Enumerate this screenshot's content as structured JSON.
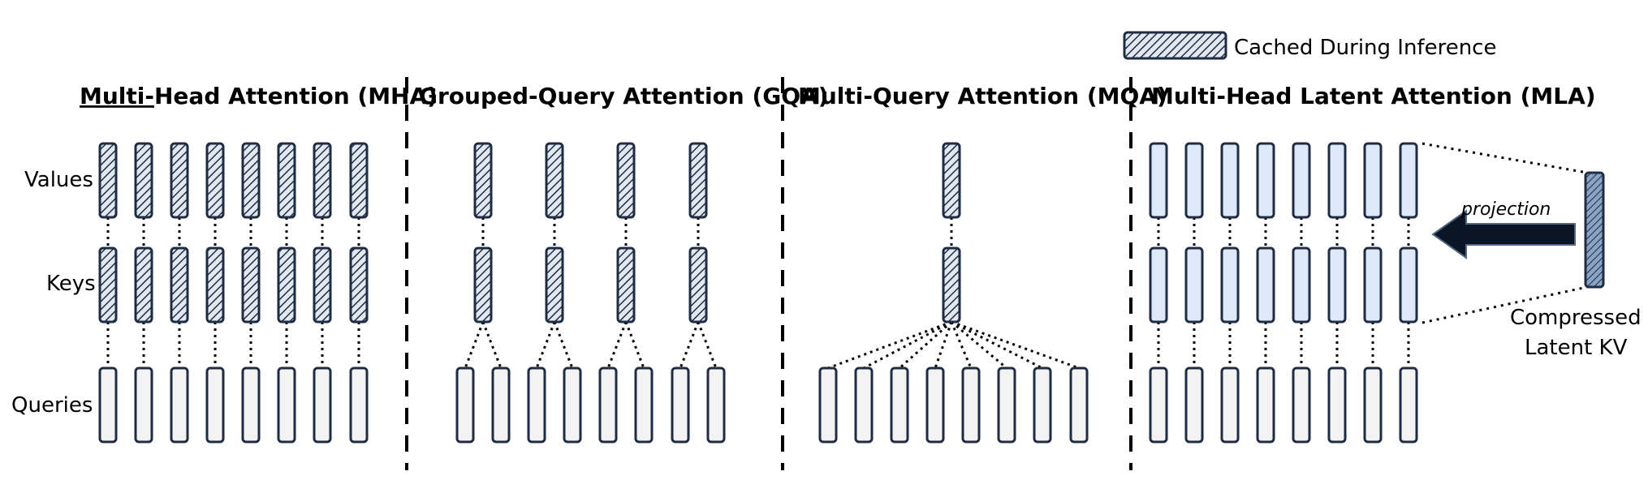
{
  "legend": {
    "label": "Cached During Inference"
  },
  "row_labels": {
    "values": "Values",
    "keys": "Keys",
    "queries": "Queries"
  },
  "panels": [
    {
      "id": "mha",
      "title": [
        "Multi-Head Attention (MHA)",
        "MHA"
      ],
      "title_words": [
        "Multi-",
        "Head",
        "Attention",
        "(MHA)"
      ],
      "cached": true
    },
    {
      "id": "gqa",
      "title_words": [
        "Grouped-",
        "Query",
        "Attention",
        "(GQA)"
      ],
      "cached": true
    },
    {
      "id": "mqa",
      "title_words": [
        "Multi-",
        "Query",
        "Attention",
        "(MQA)"
      ],
      "cached": true
    },
    {
      "id": "mla",
      "title_words": [
        "Multi-",
        "Head",
        "Latent",
        "Attention",
        "(MLA)"
      ],
      "cached": false
    }
  ],
  "mla": {
    "projection_label": "projection",
    "latent_label_line1": "Compressed",
    "latent_label_line2": "Latent KV"
  },
  "colors": {
    "stroke": "#1f2d44",
    "hatch_bg": "#e2e8f0",
    "query_fill": "#f3f3f3",
    "mla_fill": "#dde9f7",
    "latent_fill": "#8aa4c6",
    "arrow": "#0a1525"
  }
}
